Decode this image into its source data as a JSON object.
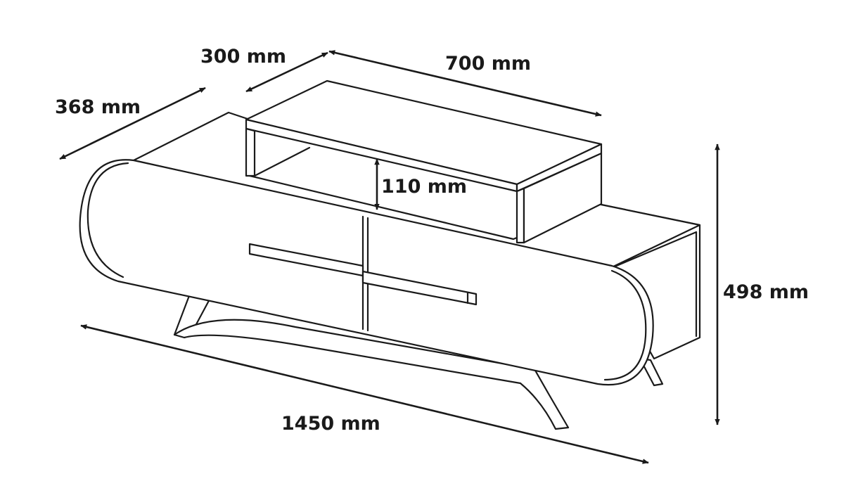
{
  "dimensions": {
    "top_shelf_depth": "300 mm",
    "top_shelf_width": "700 mm",
    "cabinet_depth": "368 mm",
    "shelf_height": "110 mm",
    "total_height": "498 mm",
    "total_width": "1450 mm"
  },
  "colors": {
    "line": "#1a1a1a",
    "background": "#ffffff"
  }
}
